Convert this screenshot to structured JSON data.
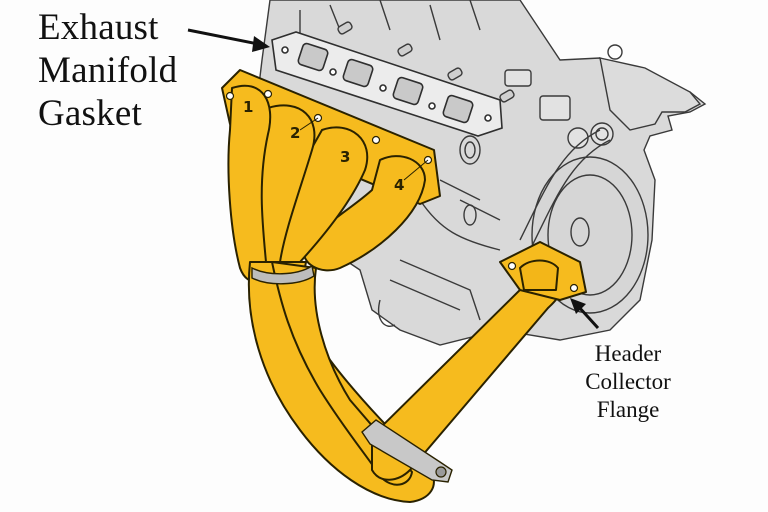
{
  "diagram": {
    "subject": "Engine exhaust header assembly",
    "colors": {
      "header": "#f6bb1e",
      "header_outline": "#2a2200",
      "engine_fill": "#d9d9d9",
      "engine_line": "#3a3a3a",
      "gasket_fill": "#ececec",
      "background": "#fdfdfd",
      "text": "#111111"
    },
    "labels": {
      "gasket": {
        "lines": [
          "Exhaust",
          "Manifold",
          "Gasket"
        ]
      },
      "flange": {
        "lines": [
          "Header",
          "Collector",
          "Flange"
        ]
      }
    },
    "runner_numbers": [
      "1",
      "2",
      "3",
      "4"
    ]
  }
}
